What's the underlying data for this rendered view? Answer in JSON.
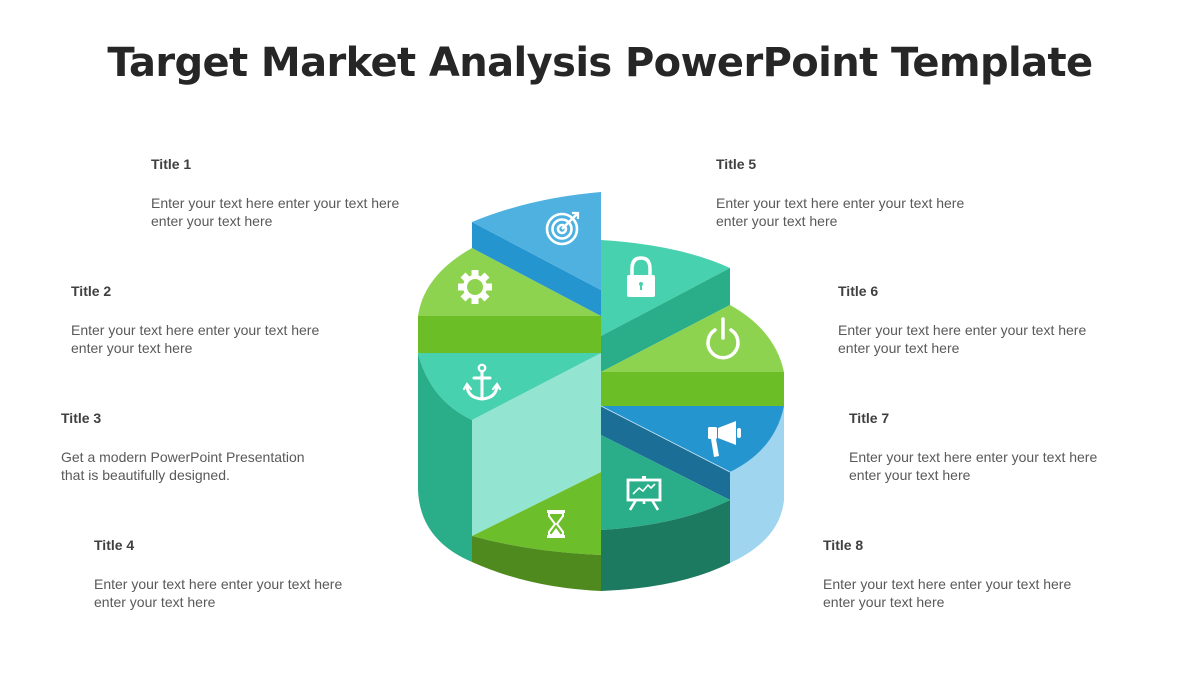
{
  "slide": {
    "title": "Target Market Analysis PowerPoint Template"
  },
  "items": [
    {
      "title": "Title  1",
      "text": "Enter your text here enter your text here\nenter your text here",
      "icon": "target-icon",
      "color": "#4FB1E0"
    },
    {
      "title": "Title 2",
      "text": "Enter your text here enter your text here\nenter your text here",
      "icon": "gear-icon",
      "color": "#8ED34F"
    },
    {
      "title": "Title 3",
      "text": "Get a modern PowerPoint  Presentation\nthat is beautifully designed.",
      "icon": "anchor-icon",
      "color": "#48D1AE"
    },
    {
      "title": "Title 4",
      "text": "Enter your text here enter your text here\nenter your text here",
      "icon": "hourglass-icon",
      "color": "#6CBF2A"
    },
    {
      "title": "Title 5",
      "text": "Enter your text here enter your text here\nenter your text here",
      "icon": "lock-icon",
      "color": "#48D1AE"
    },
    {
      "title": "Title 6",
      "text": "Enter your text here enter your text here\nenter your text here",
      "icon": "power-icon",
      "color": "#8ED34F"
    },
    {
      "title": "Title 7",
      "text": "Enter your text here enter your text here\nenter your text here",
      "icon": "megaphone-icon",
      "color": "#2A9AD3"
    },
    {
      "title": "Title 8",
      "text": "Enter your text here enter your text here\nenter your text here",
      "icon": "presentation-chart-icon",
      "color": "#2AAE8A"
    }
  ],
  "palette": {
    "blue_top": "#4FB1E0",
    "blue_side": "#2595CF",
    "green_top": "#8ED34F",
    "green_side": "#6BBE25",
    "teal_top": "#48D1AE",
    "teal_side": "#2AAE8A",
    "teal_light": "#93E5D2",
    "dark_green": "#4E8A1E",
    "dark_teal": "#1C7A60",
    "light_blue": "#9FD5EE",
    "navy_blue": "#1B6E96"
  }
}
